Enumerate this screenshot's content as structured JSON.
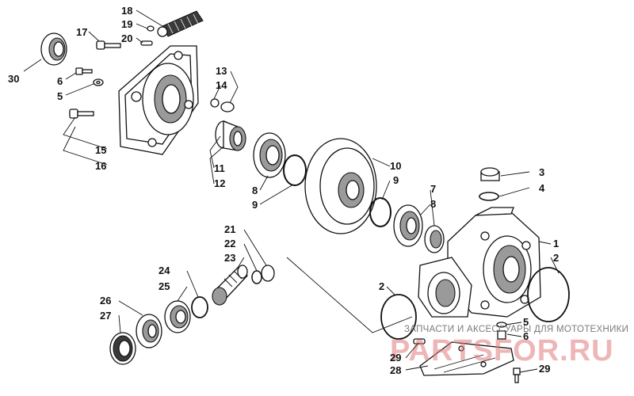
{
  "watermark": {
    "tagline": "ЗАПЧАСТИ И АКСЕССУАРЫ ДЛЯ МОТОТЕХНИКИ",
    "brand": "PARTSFOR.RU"
  },
  "callouts": [
    {
      "id": "c18",
      "label": "18"
    },
    {
      "id": "c19",
      "label": "19"
    },
    {
      "id": "c17",
      "label": "17"
    },
    {
      "id": "c20",
      "label": "20"
    },
    {
      "id": "c30",
      "label": "30"
    },
    {
      "id": "c6a",
      "label": "6"
    },
    {
      "id": "c5a",
      "label": "5"
    },
    {
      "id": "c13",
      "label": "13"
    },
    {
      "id": "c14",
      "label": "14"
    },
    {
      "id": "c15",
      "label": "15"
    },
    {
      "id": "c16",
      "label": "16"
    },
    {
      "id": "c11",
      "label": "11"
    },
    {
      "id": "c12",
      "label": "12"
    },
    {
      "id": "c8a",
      "label": "8"
    },
    {
      "id": "c9a",
      "label": "9"
    },
    {
      "id": "c10",
      "label": "10"
    },
    {
      "id": "c9b",
      "label": "9"
    },
    {
      "id": "c3",
      "label": "3"
    },
    {
      "id": "c4",
      "label": "4"
    },
    {
      "id": "c7",
      "label": "7"
    },
    {
      "id": "c8b",
      "label": "8"
    },
    {
      "id": "c21",
      "label": "21"
    },
    {
      "id": "c22",
      "label": "22"
    },
    {
      "id": "c23",
      "label": "23"
    },
    {
      "id": "c1",
      "label": "1"
    },
    {
      "id": "c2a",
      "label": "2"
    },
    {
      "id": "c24",
      "label": "24"
    },
    {
      "id": "c25",
      "label": "25"
    },
    {
      "id": "c2b",
      "label": "2"
    },
    {
      "id": "c26",
      "label": "26"
    },
    {
      "id": "c27",
      "label": "27"
    },
    {
      "id": "c5b",
      "label": "5"
    },
    {
      "id": "c6b",
      "label": "6"
    },
    {
      "id": "c29a",
      "label": "29"
    },
    {
      "id": "c28",
      "label": "28"
    },
    {
      "id": "c29b",
      "label": "29"
    }
  ]
}
